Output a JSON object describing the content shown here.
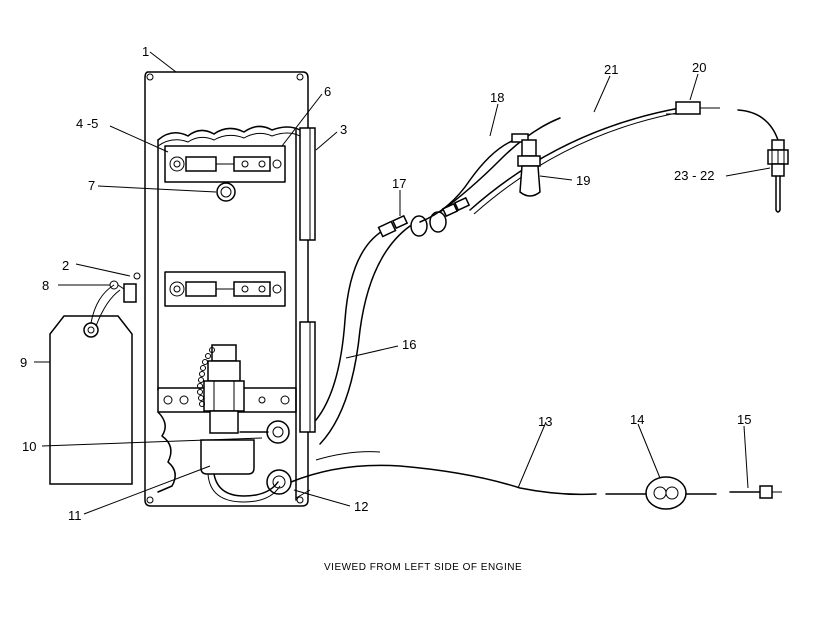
{
  "callouts": {
    "c1": "1",
    "c2": "2",
    "c3": "3",
    "c4_5": "4 -5",
    "c6": "6",
    "c7": "7",
    "c8": "8",
    "c9": "9",
    "c10": "10",
    "c11": "11",
    "c12": "12",
    "c13": "13",
    "c14": "14",
    "c15": "15",
    "c16": "16",
    "c17": "17",
    "c18": "18",
    "c19": "19",
    "c20": "20",
    "c21": "21",
    "c23_22": "23 - 22"
  },
  "caption": "VIEWED FROM LEFT SIDE OF ENGINE"
}
